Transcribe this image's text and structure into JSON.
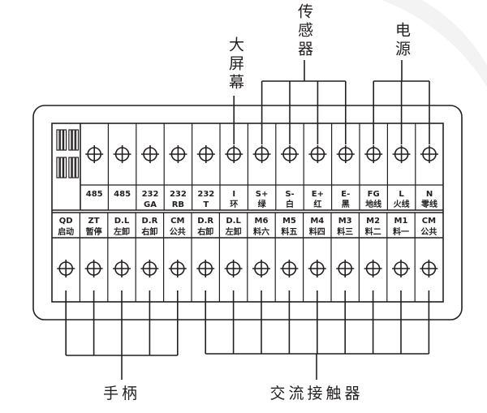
{
  "top_groups": {
    "display": "大屏幕",
    "sensor": "传感器",
    "power": "电源"
  },
  "bottom_groups": {
    "handle": "手柄",
    "contactor": "交流接触器"
  },
  "top_terminals": [
    {
      "line1": "485",
      "line2": ""
    },
    {
      "line1": "485",
      "line2": ""
    },
    {
      "line1": "232",
      "line2": "GA"
    },
    {
      "line1": "232",
      "line2": "RB"
    },
    {
      "line1": "232",
      "line2": "T"
    },
    {
      "line1": "I",
      "line2": "环"
    },
    {
      "line1": "S+",
      "line2": "绿"
    },
    {
      "line1": "S-",
      "line2": "白"
    },
    {
      "line1": "E+",
      "line2": "红"
    },
    {
      "line1": "E-",
      "line2": "黑"
    },
    {
      "line1": "FG",
      "line2": "地线"
    },
    {
      "line1": "L",
      "line2": "火线"
    },
    {
      "line1": "N",
      "line2": "零线"
    }
  ],
  "bottom_terminals": [
    {
      "line1": "QD",
      "line2": "启动"
    },
    {
      "line1": "ZT",
      "line2": "暂停"
    },
    {
      "line1": "D.L",
      "line2": "左卸"
    },
    {
      "line1": "D.R",
      "line2": "右卸"
    },
    {
      "line1": "CM",
      "line2": "公共"
    },
    {
      "line1": "D.R",
      "line2": "右卸"
    },
    {
      "line1": "D.L",
      "line2": "左卸"
    },
    {
      "line1": "M6",
      "line2": "料六"
    },
    {
      "line1": "M5",
      "line2": "料五"
    },
    {
      "line1": "M4",
      "line2": "料四"
    },
    {
      "line1": "M3",
      "line2": "料三"
    },
    {
      "line1": "M2",
      "line2": "料二"
    },
    {
      "line1": "M1",
      "line2": "料一"
    },
    {
      "line1": "CM",
      "line2": "公共"
    }
  ]
}
